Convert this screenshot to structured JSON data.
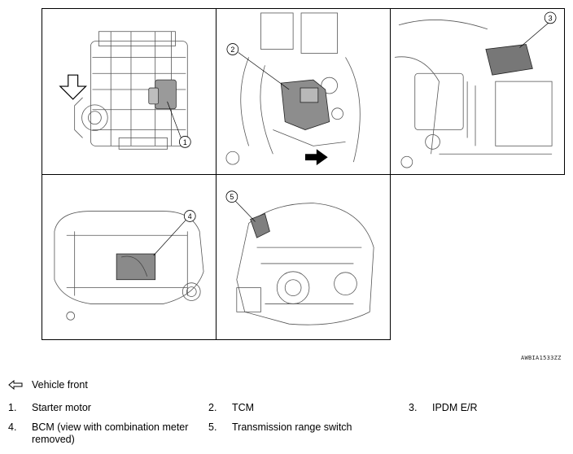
{
  "figure": {
    "callouts": [
      "1",
      "2",
      "3",
      "4",
      "5"
    ],
    "code": "AWBIA1533ZZ"
  },
  "legend": {
    "front_label": "Vehicle front",
    "items": [
      {
        "num": "1.",
        "label": "Starter motor"
      },
      {
        "num": "2.",
        "label": "TCM"
      },
      {
        "num": "3.",
        "label": "IPDM E/R"
      },
      {
        "num": "4.",
        "label": "BCM (view with combination meter removed)"
      },
      {
        "num": "5.",
        "label": "Transmission range switch"
      }
    ]
  }
}
